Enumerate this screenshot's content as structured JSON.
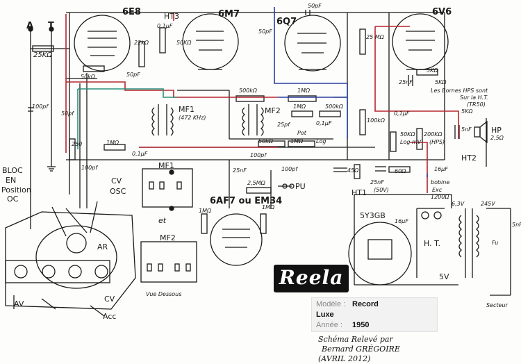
{
  "tubes": {
    "v1": "6E8",
    "v2": "6M7",
    "v3": "6Q7",
    "v4": "6V6",
    "v5": "6AF7 ou EM34",
    "v6": "5Y3GB"
  },
  "labels": {
    "antenna": "A",
    "ground": "T",
    "r25k": "25KΩ",
    "c100pf": "100pf",
    "c50pf_left": "50pf",
    "r250": "250",
    "r50k_osc": "50kΩ",
    "r50k_b": "50kΩ",
    "c50pf_osc": "50pF",
    "r22k": "22kΩ",
    "ht3": "HT3",
    "c01nf": "0,1µF",
    "r50k_6m7": "50KΩ",
    "c50pf_6m7": "50pF",
    "c50pf_6q7": "50pF",
    "r25m": "25 MΩ",
    "r5k_top": "5KΩ",
    "mf1": "MF1",
    "mf1_freq": "(472 KHz)",
    "r500k": "500kΩ",
    "r1m_a": "1MΩ",
    "mf2": "MF2",
    "r1m_b": "1MΩ",
    "r500k_b": "500kΩ",
    "c25pf": "25pf",
    "pot": "Pot",
    "c01uf": "0,1µF",
    "r100k": "100kΩ",
    "r50k_pot": "50kΩ",
    "r1m_c": "1MΩ",
    "log": "Log",
    "c25nf_top": "25nF",
    "c01uf_b": "0,1µF",
    "r5k": "5KΩ",
    "hps_note1": "Les Bornes HPS sont",
    "hps_note2": "Sur la H.T.",
    "hps_note3": "(TR50)",
    "r5k_b": "5KΩ",
    "r50k_log": "50KΩ",
    "log_mv": "Log mV",
    "r200k": "200KΩ",
    "hps": "(HPS)",
    "c5nf": "5nF",
    "hp": "HP",
    "hp_ohm": "2,5Ω",
    "bloc1": "BLOC",
    "bloc2": "EN",
    "bloc3": "Position",
    "bloc4": "OC",
    "r1m_d": "1MΩ",
    "c01uf_c": "0,1µF",
    "c100pf_b": "100pf",
    "c100pf_c": "100pf",
    "c25nf_b": "25nF",
    "c100pf_d": "100pf",
    "r45": "45Ω",
    "c25nf_50v": "25nF",
    "v50": "(50V)",
    "r60": "60Ω",
    "c16uf": "16µF",
    "ht2": "HT2",
    "cv": "CV",
    "osc": "OSC",
    "mf1_small": "MF1",
    "r25m_b": "2,5MΩ",
    "pu": "PU",
    "bobine1": "bobine",
    "bobine2": "Exc",
    "bobine3": "1200Ω",
    "ht1": "HT1",
    "et": "et",
    "r1m_e": "1MΩ",
    "r1m_f": "1MΩ",
    "c16uf_b": "16µF",
    "c630v": "6,3V",
    "c245v": "245V",
    "c5nf_b": "5nF",
    "mf2_small": "MF2",
    "vue": "Vue Dessous",
    "ht": "H. T.",
    "c5v": "5V",
    "fu": "Fu",
    "av": "AV",
    "cv_b": "CV",
    "acc": "Acc",
    "ar": "AR",
    "secteur": "Secteur"
  },
  "logo": "Reela",
  "info": {
    "model_label": "Modèle :",
    "model_value": "Record",
    "model_value2": "Luxe",
    "year_label": "Année :",
    "year_value": "1950"
  },
  "credit": {
    "line1": "Schéma Relevé par",
    "line2": "Bernard GRÉGOIRE",
    "line3": "(AVRIL 2012)"
  },
  "colors": {
    "ink": "#1a1a1a",
    "red_wire": "#b3262e",
    "blue_wire": "#2b3f9e",
    "green_wire": "#2a8f7a"
  }
}
